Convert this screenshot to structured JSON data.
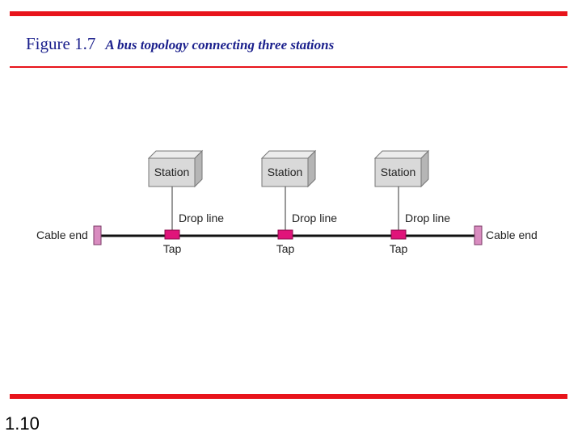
{
  "slide": {
    "figure_label": "Figure 1.7",
    "caption": "A bus topology connecting three stations",
    "page_number": "1.10"
  },
  "diagram": {
    "stations": [
      {
        "label": "Station",
        "drop_line_label": "Drop line",
        "tap_label": "Tap"
      },
      {
        "label": "Station",
        "drop_line_label": "Drop line",
        "tap_label": "Tap"
      },
      {
        "label": "Station",
        "drop_line_label": "Drop line",
        "tap_label": "Tap"
      }
    ],
    "cable_end_left": "Cable end",
    "cable_end_right": "Cable end",
    "colors": {
      "accent_bar": "#e8141b",
      "title_text": "#1a1f8c",
      "tap": "#e0147a",
      "cable_end": "#d98cc0",
      "station_face": "#d9d9d9",
      "station_top": "#ececec",
      "station_side": "#b5b5b5"
    }
  }
}
